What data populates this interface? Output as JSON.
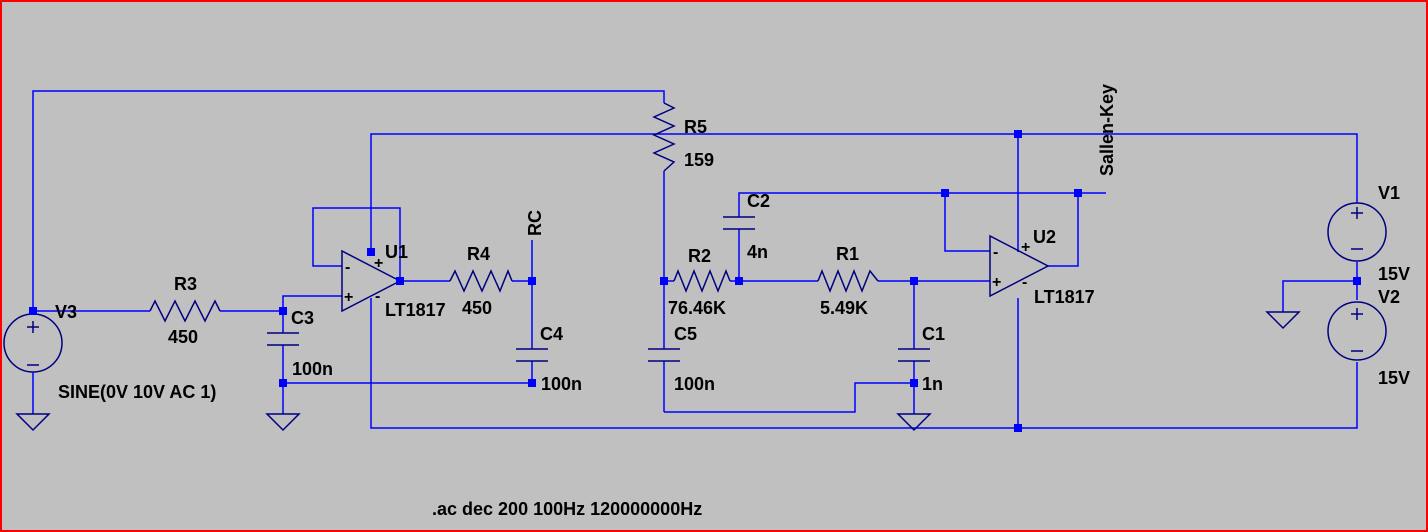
{
  "schematic": {
    "components": {
      "V3": {
        "name": "V3",
        "value": "SINE(0V 10V AC 1)"
      },
      "R3": {
        "name": "R3",
        "value": "450"
      },
      "C3": {
        "name": "C3",
        "value": "100n"
      },
      "U1": {
        "name": "U1",
        "value": "LT1817"
      },
      "R4": {
        "name": "R4",
        "value": "450"
      },
      "C4": {
        "name": "C4",
        "value": "100n"
      },
      "R5": {
        "name": "R5",
        "value": "159"
      },
      "C5": {
        "name": "C5",
        "value": "100n"
      },
      "R2": {
        "name": "R2",
        "value": "76.46K"
      },
      "C2": {
        "name": "C2",
        "value": "4n"
      },
      "R1": {
        "name": "R1",
        "value": "5.49K"
      },
      "C1": {
        "name": "C1",
        "value": "1n"
      },
      "U2": {
        "name": "U2",
        "value": "LT1817"
      },
      "V1": {
        "name": "V1",
        "value": "15V"
      },
      "V2": {
        "name": "V2",
        "value": "15V"
      }
    },
    "nets": {
      "rc": "RC",
      "sallen": "Sallen-Key"
    },
    "directive": ".ac dec 200 100Hz 120000000Hz",
    "colors": {
      "background": "#c0c0c0",
      "wire": "#0000ff",
      "component": "#000080",
      "border": "#ff0000"
    }
  }
}
